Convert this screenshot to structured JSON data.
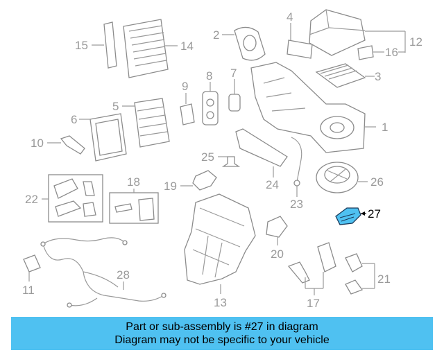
{
  "diagram": {
    "highlight_color": "#4fc1f1",
    "highlighted_part": "27",
    "callouts": [
      "1",
      "2",
      "3",
      "4",
      "5",
      "6",
      "7",
      "8",
      "9",
      "10",
      "11",
      "12",
      "13",
      "14",
      "15",
      "16",
      "17",
      "18",
      "19",
      "20",
      "21",
      "22",
      "23",
      "24",
      "25",
      "26",
      "27",
      "28"
    ]
  },
  "banner": {
    "line1": "Part or sub-assembly is #27 in diagram",
    "line2": "Diagram may not be specific to your vehicle",
    "background": "#4fc1f1"
  }
}
